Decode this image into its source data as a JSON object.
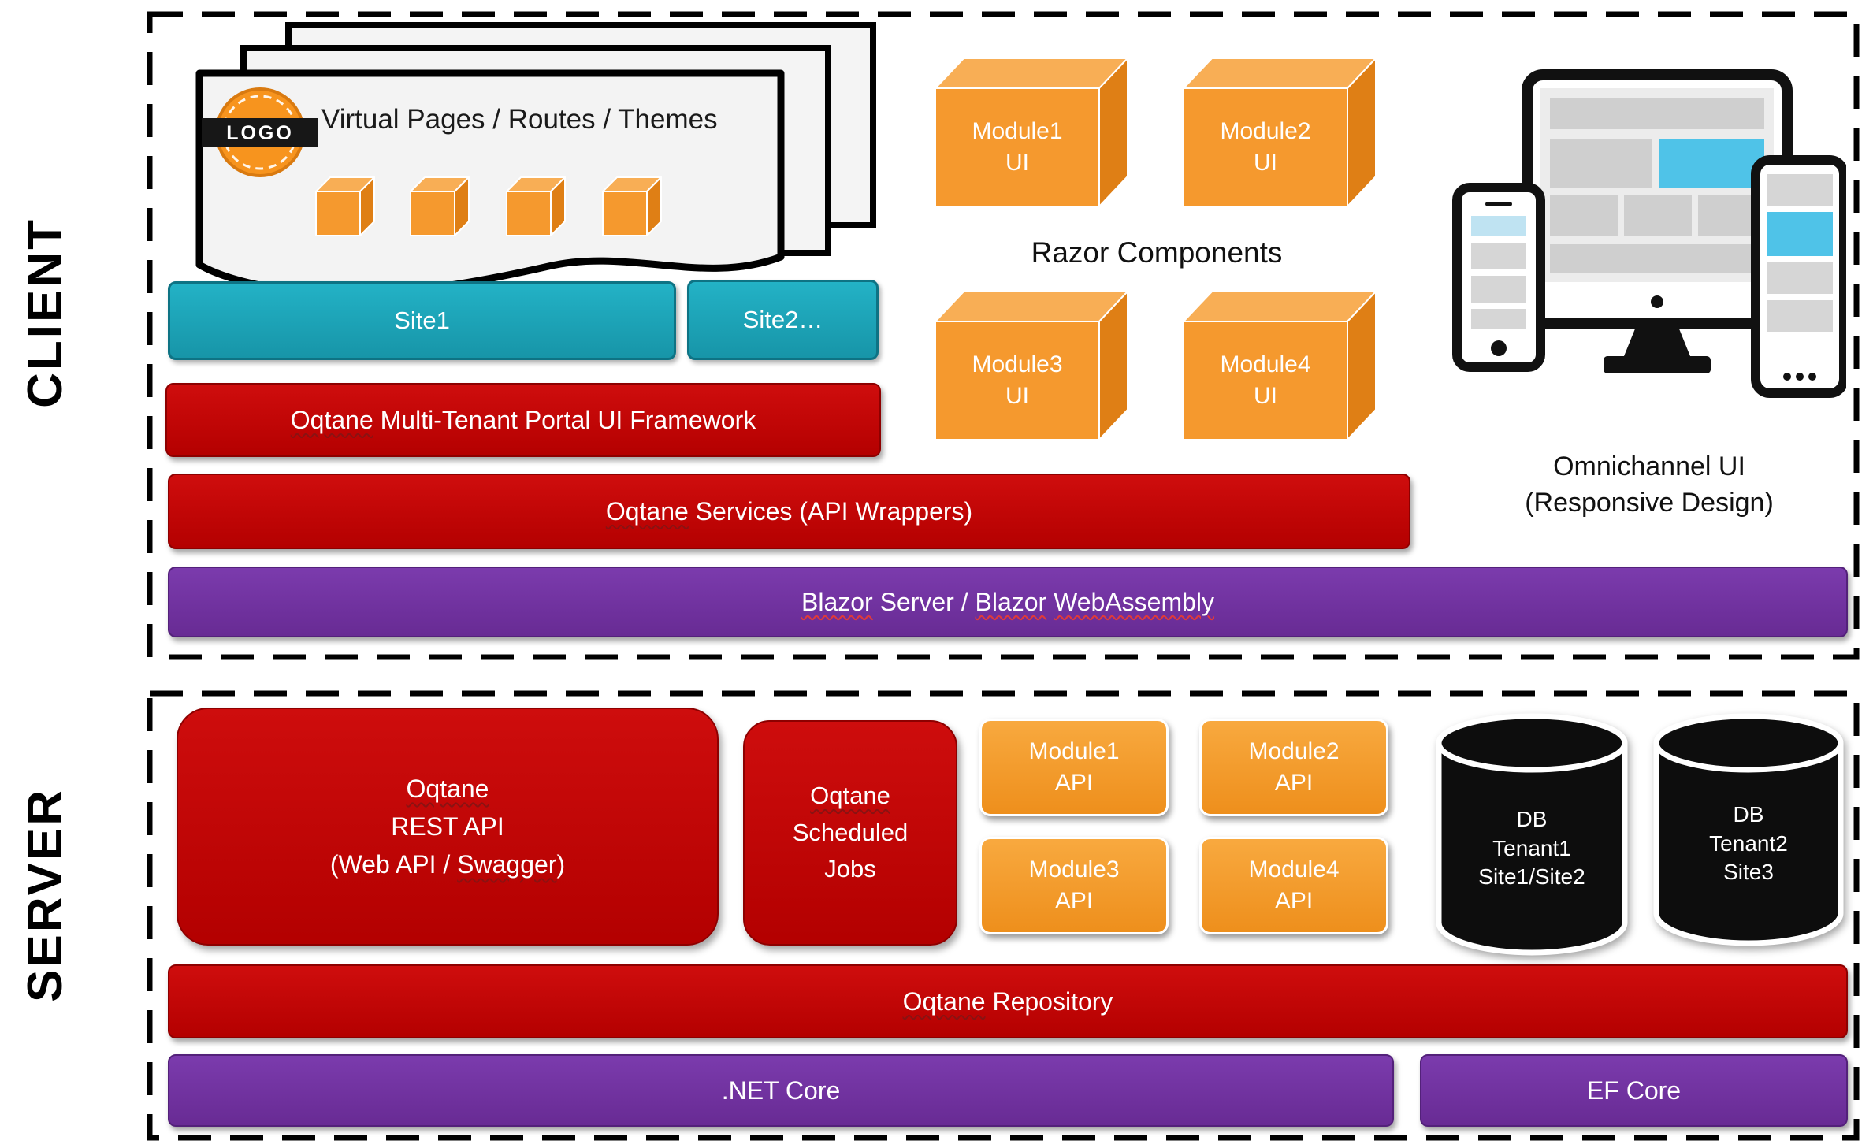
{
  "colors": {
    "red": "#C00000",
    "orange": "#F7941E",
    "teal": "#18A4B8",
    "purple": "#7030A0",
    "screen_blue": "#4FC3E8",
    "black": "#000000"
  },
  "sections": {
    "client_label": "CLIENT",
    "server_label": "SERVER"
  },
  "client": {
    "pages_title": "Virtual Pages / Routes / Themes",
    "logo_text": "LOGO",
    "site1": "Site1",
    "site2": "Site2…",
    "portal_bar": [
      {
        "t": "Oqtane",
        "u": true
      },
      {
        "t": " Multi-Tenant Portal UI Framework",
        "u": false
      }
    ],
    "services_bar": [
      {
        "t": "Oqtane",
        "u": true
      },
      {
        "t": " Services (API Wrappers)",
        "u": false
      }
    ],
    "blazor_bar": [
      {
        "t": "Blazor",
        "u": true
      },
      {
        "t": " Server / ",
        "u": false
      },
      {
        "t": "Blazor",
        "u": true
      },
      {
        "t": " ",
        "u": false
      },
      {
        "t": "WebAssembly",
        "u": true
      }
    ],
    "razor_title": "Razor Components",
    "modules": [
      "Module1\nUI",
      "Module2\nUI",
      "Module3\nUI",
      "Module4\nUI"
    ],
    "omnichannel_caption": "Omnichannel UI\n(Responsive Design)"
  },
  "server": {
    "rest_api": [
      {
        "t": "Oqtane",
        "u": true
      },
      {
        "t": "\nREST API\n(Web API / ",
        "u": false
      },
      {
        "t": "Swagger",
        "u": true
      },
      {
        "t": ")",
        "u": false
      }
    ],
    "scheduled_jobs": [
      {
        "t": "Oqtane",
        "u": true
      },
      {
        "t": "\nScheduled\nJobs",
        "u": false
      }
    ],
    "modules": [
      "Module1\nAPI",
      "Module2\nAPI",
      "Module3\nAPI",
      "Module4\nAPI"
    ],
    "db1": "DB\nTenant1\nSite1/Site2",
    "db2": "DB\nTenant2\nSite3",
    "repository_bar": [
      {
        "t": "Oqtane",
        "u": true
      },
      {
        "t": " Repository",
        "u": false
      }
    ],
    "dotnet_core": ".NET Core",
    "ef_core": "EF Core"
  }
}
